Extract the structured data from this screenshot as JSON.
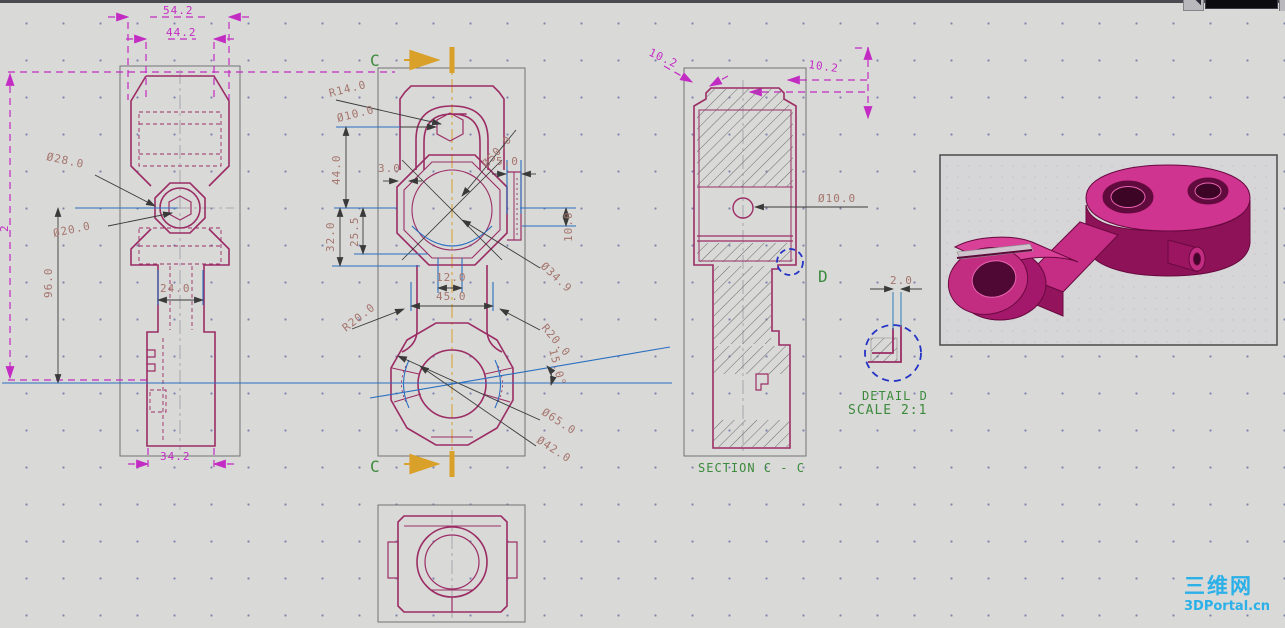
{
  "labels": {
    "c_letter": "C",
    "d_letter": "D",
    "section_title": "SECTION C - C",
    "detail_title": "DETAIL D",
    "detail_scale": "SCALE 2:1"
  },
  "dims": {
    "top_outer": "54.2",
    "top_inner": "44.2",
    "left_overall_partial": "2",
    "d28": "Ø28.0",
    "d20": "Ø20.0",
    "h96": "96.0",
    "w24": "24.0",
    "bottom_w": "34.2",
    "r14": "R14.0",
    "d10_front": "Ø10.0",
    "d50": "Ø50.0",
    "h44": "44.0",
    "w3": "3.0",
    "w5": "5.0",
    "h32": "32.0",
    "h25_5": "25.5",
    "w12": "12.0",
    "w45": "45.0",
    "h10": "10.0",
    "d34_9": "Ø34.9",
    "r20": "R20.0",
    "a15": "15.0°",
    "d65": "Ø65.0",
    "d42": "Ø42.0",
    "d10_section": "Ø10.0",
    "chamfer_left": "10.2",
    "chamfer_right": "10.2",
    "detail_w": "2.0"
  },
  "watermark": {
    "line1": "三维网",
    "line2": "3DPortal.cn"
  },
  "colors": {
    "canvas": "#d9d9d8",
    "grid_dot": "#7d81ad",
    "part_line": "#9b2d64",
    "dim_text": "#a5756d",
    "dim_line": "#3a3a3a",
    "extension_line": "#2a6fc0",
    "construction": "#c32cc3",
    "annotation": "#3c8a3c",
    "section_marker": "#d9a02a",
    "detail_circle": "#2433c6",
    "model_body": "#c22d82",
    "watermark": "#2bb0e8"
  }
}
